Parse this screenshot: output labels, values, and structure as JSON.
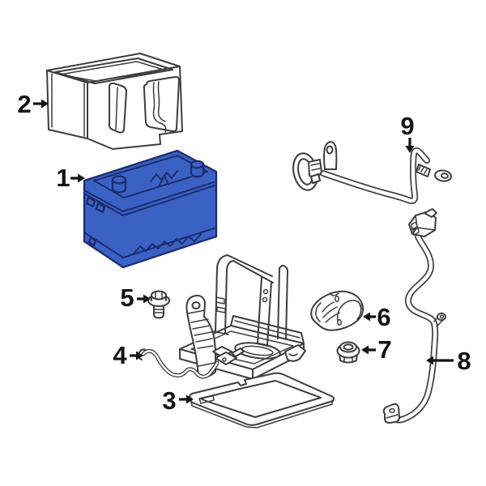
{
  "canvas": {
    "width": "600",
    "height": "600",
    "background": "#ffffff"
  },
  "colors": {
    "battery_fill": "#3a62c4",
    "battery_outline": "#1d2c6f",
    "line_art": "#3d3d3d",
    "callout_text": "#141414"
  },
  "callouts": [
    {
      "number": "1",
      "part": "battery"
    },
    {
      "number": "2",
      "part": "battery-cover"
    },
    {
      "number": "3",
      "part": "battery-tray-pan"
    },
    {
      "number": "4",
      "part": "battery-sensor-wire-harness"
    },
    {
      "number": "5",
      "part": "hold-down-bolt"
    },
    {
      "number": "6",
      "part": "terminal-shield-cover"
    },
    {
      "number": "7",
      "part": "hex-flange-nut"
    },
    {
      "number": "8",
      "part": "battery-cable"
    },
    {
      "number": "9",
      "part": "ground-strap-cable"
    }
  ]
}
